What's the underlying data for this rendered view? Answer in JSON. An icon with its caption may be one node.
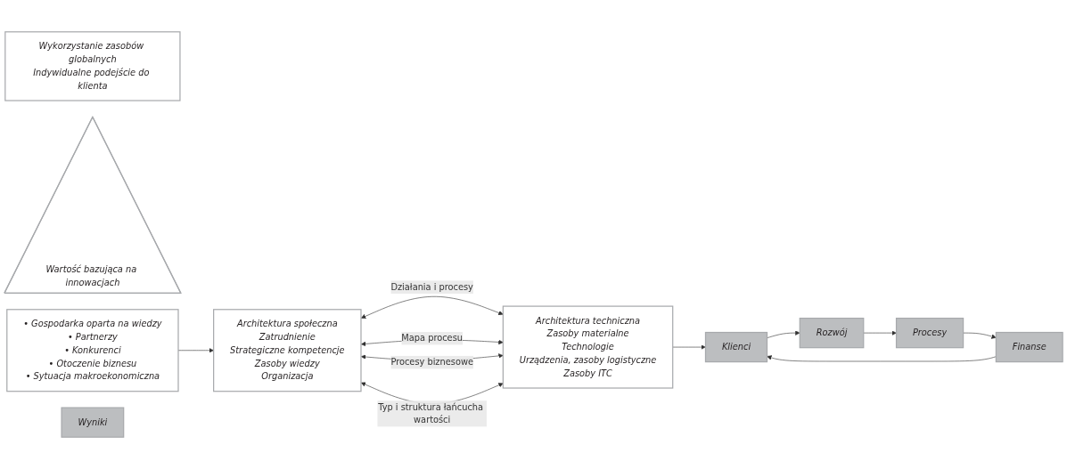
{
  "diagram": {
    "nodes": [
      {
        "text": [
          "Wykorzystanie zasobów globalnych",
          "Indywidualne podejście do klienta"
        ]
      },
      {
        "text": [
          "Wartość bazująca na innowacjach"
        ]
      },
      {
        "text": [
          "• Gospodarka oparta na wiedzy",
          "• Partnerzy",
          "• Konkurenci",
          "• Otoczenie biznesu",
          "• Sytuacja makroekonomiczna"
        ]
      },
      {
        "text": [
          "Architektura społeczna",
          "Zatrudnienie",
          "Strategiczne kompetencje",
          "Zasoby wiedzy",
          "Organizacja"
        ]
      },
      {
        "text": [
          "Architektura techniczna",
          "Zasoby materialne",
          "Technologie",
          "Urządzenia, zasoby logistyczne",
          "Zasoby ITC"
        ]
      },
      {
        "text": [
          "Finanse"
        ]
      },
      {
        "text": [
          "Klienci"
        ]
      },
      {
        "text": [
          "Wyniki"
        ]
      },
      {
        "text": [
          "Procesy"
        ]
      },
      {
        "text": [
          "Rozwój"
        ]
      }
    ],
    "edges": [
      {
        "from": 2,
        "to": 3,
        "arrow": "to"
      },
      {
        "from": 3,
        "to": 4,
        "arrow": "both",
        "label": "Działania i procesy"
      },
      {
        "from": 3,
        "to": 4,
        "arrow": "both",
        "label": "Mapa procesu"
      },
      {
        "from": 3,
        "to": 4,
        "arrow": "both",
        "label": "Procesy biznesowe"
      },
      {
        "from": 3,
        "to": 4,
        "arrow": "both",
        "label": "Typ i struktura łańcucha wartości"
      },
      {
        "from": 4,
        "to": 6,
        "arrow": "to"
      },
      {
        "from": 5,
        "to": 6,
        "arrow": "to"
      },
      {
        "from": 6,
        "to": 9,
        "arrow": "to"
      },
      {
        "from": 9,
        "to": 8,
        "arrow": "to"
      },
      {
        "from": 8,
        "to": 5,
        "arrow": "to"
      }
    ]
  }
}
